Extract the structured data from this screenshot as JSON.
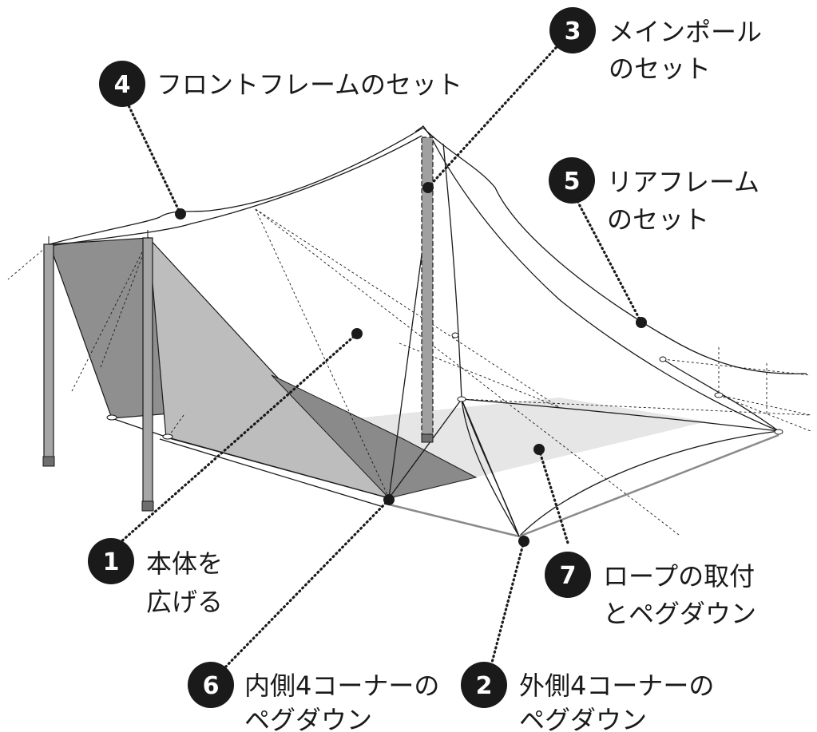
{
  "steps": [
    {
      "number": "1",
      "line1": "本体を",
      "line2": "広げる"
    },
    {
      "number": "2",
      "line1": "外側4コーナーの",
      "line2": "ペグダウン"
    },
    {
      "number": "3",
      "line1": "メインポール",
      "line2": "のセット"
    },
    {
      "number": "4",
      "line1": "フロントフレームのセット",
      "line2": ""
    },
    {
      "number": "5",
      "line1": "リアフレーム",
      "line2": "のセット"
    },
    {
      "number": "6",
      "line1": "内側4コーナーの",
      "line2": "ペグダウン"
    },
    {
      "number": "7",
      "line1": "ロープの取付",
      "line2": "とペグダウン"
    }
  ]
}
